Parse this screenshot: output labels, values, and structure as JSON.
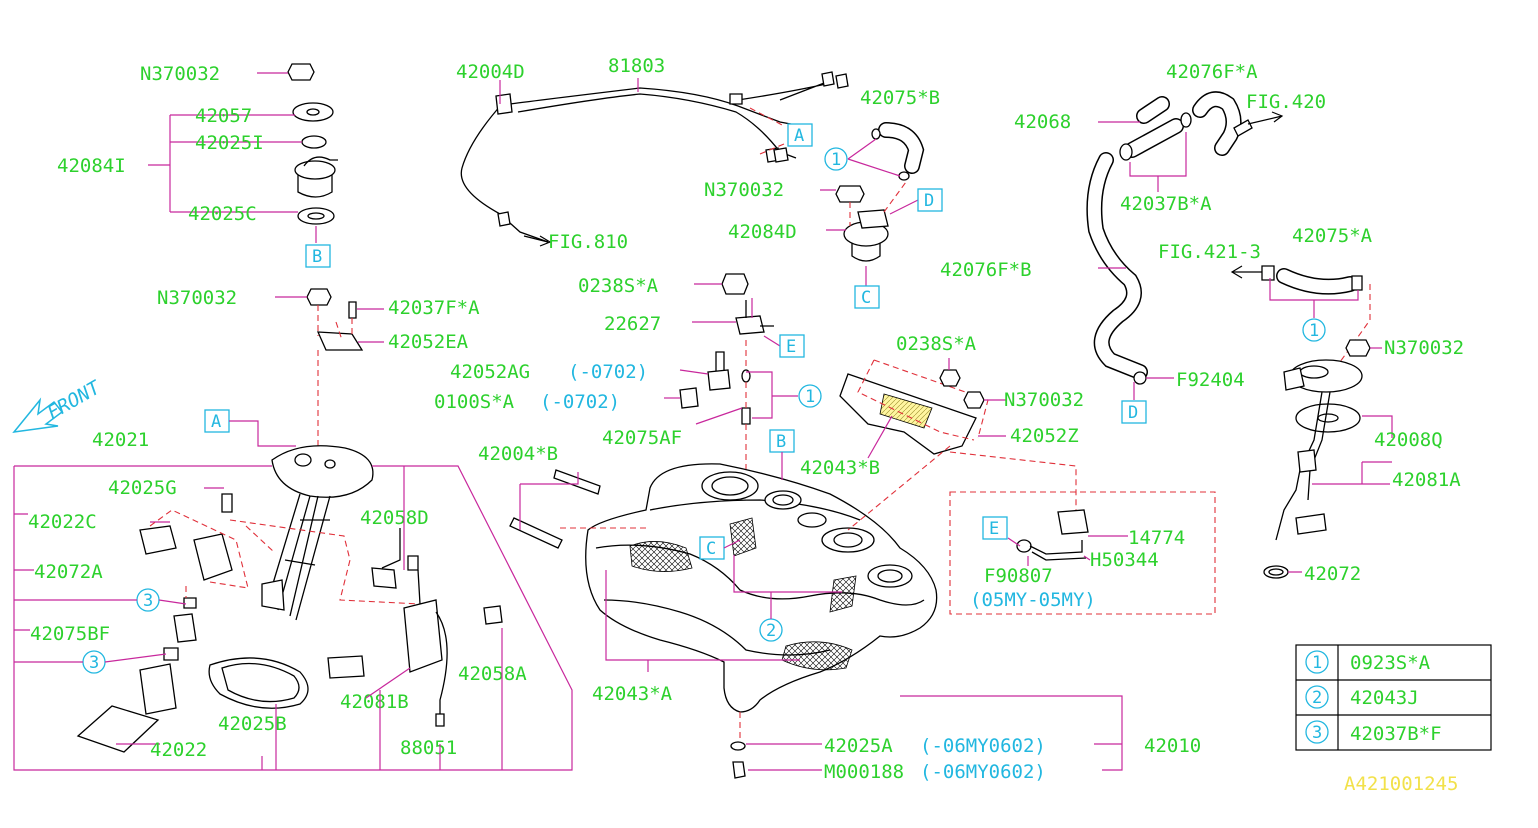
{
  "diagram": {
    "colors": {
      "label": "#2dd12d",
      "ref": "#22b7e0",
      "leader": "#c8289c",
      "dashed": "#e0303a",
      "code": "#f2e14a"
    },
    "front_label": "FRONT",
    "diagram_code": "A421001245",
    "labels": {
      "n370032_a": "N370032",
      "p42057": "42057",
      "p42025i": "42025I",
      "p42084i": "42084I",
      "p42025c": "42025C",
      "n370032_b": "N370032",
      "p42037f": "42037F*A",
      "p42052ea": "42052EA",
      "p42021": "42021",
      "p42025g": "42025G",
      "p42022c": "42022C",
      "p42072a": "42072A",
      "p42075bf": "42075BF",
      "p42058d": "42058D",
      "p42058a": "42058A",
      "p42081b": "42081B",
      "p42025b": "42025B",
      "p42022": "42022",
      "p88051": "88051",
      "p42004d": "42004D",
      "p81803": "81803",
      "fig810": "FIG.810",
      "p42075b": "42075*B",
      "n370032_c": "N370032",
      "p42084d": "42084D",
      "p0238s_a": "0238S*A",
      "p22627": "22627",
      "p42052ag": "42052AG",
      "p42052ag_note": "(-0702)",
      "p0100s": "0100S*A",
      "p0100s_note": "(-0702)",
      "p42075af": "42075AF",
      "p42004b": "42004*B",
      "p42043b": "42043*B",
      "p0238s_b": "0238S*A",
      "n370032_d": "N370032",
      "p42052z": "42052Z",
      "p42043a": "42043*A",
      "p42025a": "42025A",
      "p42025a_note": "(-06MY0602)",
      "p42010": "42010",
      "m000188": "M000188",
      "m000188_note": "(-06MY0602)",
      "p14774": "14774",
      "h50344": "H50344",
      "f90807": "F90807",
      "note_05my": "(05MY-05MY)",
      "p42076f_a": "42076F*A",
      "fig420": "FIG.420",
      "p42068": "42068",
      "p42037b": "42037B*A",
      "p42076f_b": "42076F*B",
      "fig421": "FIG.421-3",
      "p42075a": "42075*A",
      "n370032_e": "N370032",
      "f92404": "F92404",
      "p42008q": "42008Q",
      "p42081a": "42081A",
      "p42072": "42072"
    },
    "refs": {
      "A": "A",
      "B": "B",
      "C": "C",
      "D": "D",
      "E": "E",
      "one": "1",
      "two": "2",
      "three": "3"
    },
    "legend": [
      {
        "num": "1",
        "part": "0923S*A"
      },
      {
        "num": "2",
        "part": "42043J"
      },
      {
        "num": "3",
        "part": "42037B*F"
      }
    ]
  }
}
